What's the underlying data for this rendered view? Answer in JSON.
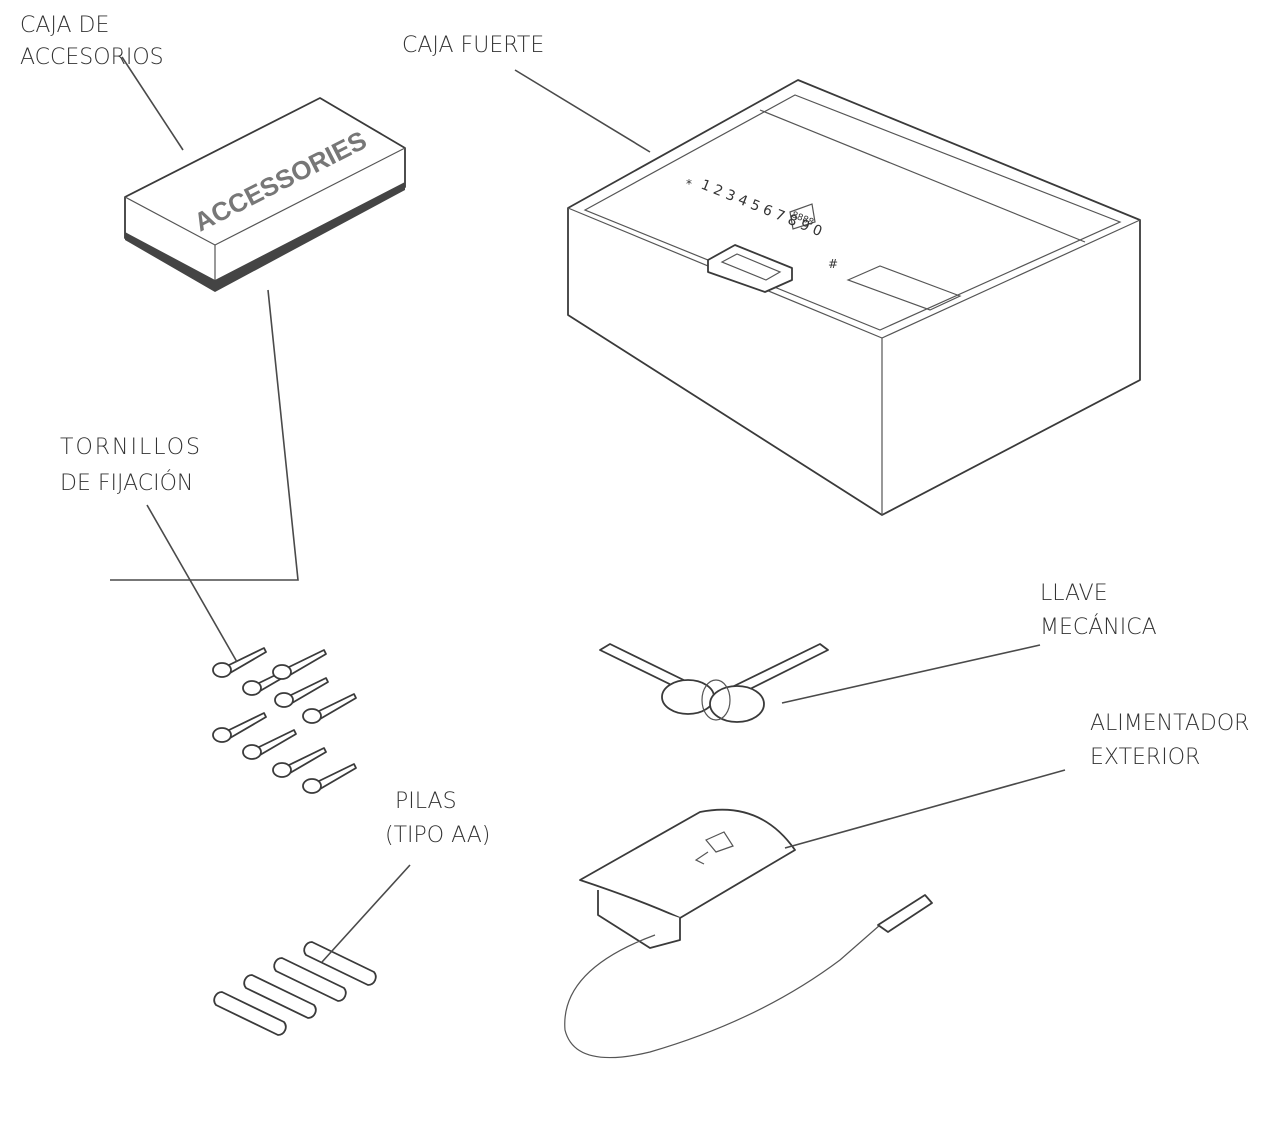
{
  "labels": {
    "accessory_box": [
      "CAJA DE",
      "ACCESORIOS"
    ],
    "safe": "CAJA FUERTE",
    "screws": [
      "TORNILLOS",
      "DE FIJACIÓN"
    ],
    "keys": [
      "LLAVE",
      "MECÁNICA"
    ],
    "power": [
      "ALIMENTADOR",
      "EXTERIOR"
    ],
    "batteries": [
      "PILAS",
      "(TIPO AA)"
    ]
  },
  "box_print": "ACCESSORIES",
  "keypad_digits": "1 2 3 4 5 6 7 8 9 0",
  "keypad_stars": [
    "*",
    "#"
  ],
  "display_text": "8888"
}
